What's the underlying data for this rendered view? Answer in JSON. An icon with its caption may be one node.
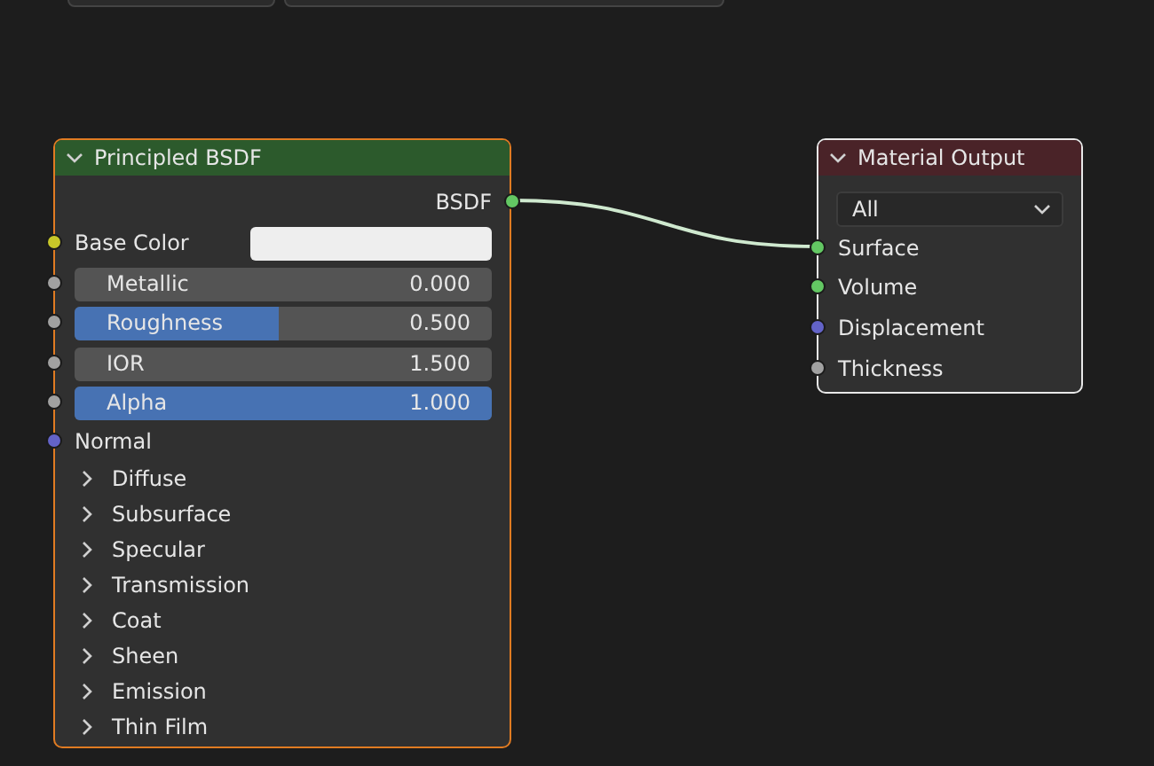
{
  "diagram": {
    "nodes": [
      {
        "text": [
          "Principled BSDF"
        ]
      },
      {
        "text": [
          "BSDF"
        ],
        "in": 0
      },
      {
        "text": [
          "Base Color"
        ],
        "in": 0
      },
      {
        "text": [
          "Metallic",
          "0.000"
        ],
        "in": 0
      },
      {
        "text": [
          "Roughness",
          "0.500"
        ],
        "in": 0
      },
      {
        "text": [
          "IOR",
          "1.500"
        ],
        "in": 0
      },
      {
        "text": [
          "Alpha",
          "1.000"
        ],
        "in": 0
      },
      {
        "text": [
          "Normal"
        ],
        "in": 0
      },
      {
        "text": [
          "Diffuse"
        ],
        "in": 0
      },
      {
        "text": [
          "Subsurface"
        ],
        "in": 0
      },
      {
        "text": [
          "Specular"
        ],
        "in": 0
      },
      {
        "text": [
          "Transmission"
        ],
        "in": 0
      },
      {
        "text": [
          "Coat"
        ],
        "in": 0
      },
      {
        "text": [
          "Sheen"
        ],
        "in": 0
      },
      {
        "text": [
          "Emission"
        ],
        "in": 0
      },
      {
        "text": [
          "Thin Film"
        ],
        "in": 0
      },
      {
        "text": [
          "Material Output"
        ]
      },
      {
        "text": [
          "All"
        ],
        "in": 16
      },
      {
        "text": [
          "Surface"
        ],
        "in": 16
      },
      {
        "text": [
          "Volume"
        ],
        "in": 16
      },
      {
        "text": [
          "Displacement"
        ],
        "in": 16
      },
      {
        "text": [
          "Thickness"
        ],
        "in": 16
      }
    ],
    "edges": [
      {
        "from": 1,
        "to": 18,
        "arrow": "none"
      }
    ]
  }
}
